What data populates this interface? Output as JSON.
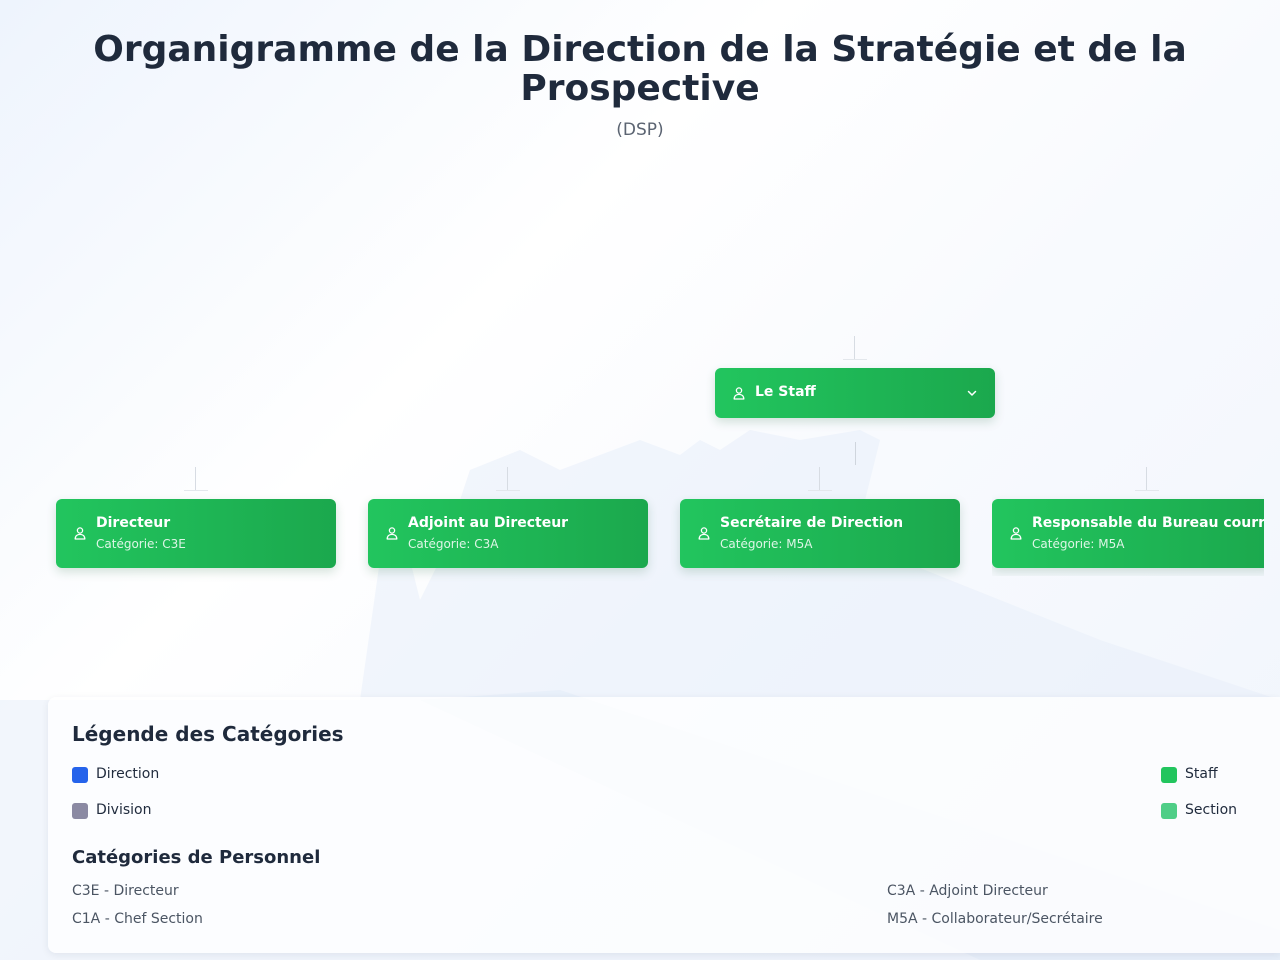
{
  "header": {
    "title": "Organigramme de la Direction de la Stratégie et de la Prospective",
    "subtitle": "(DSP)"
  },
  "org": {
    "parent": {
      "name": "Le Staff",
      "icon": "user-icon",
      "expand_icon": "chevron-down-icon",
      "color": "#22c55e"
    },
    "children": [
      {
        "name": "Directeur",
        "category": "Catégorie: C3E",
        "icon": "user-icon"
      },
      {
        "name": "Adjoint au Directeur",
        "category": "Catégorie: C3A",
        "icon": "user-icon"
      },
      {
        "name": "Secrétaire de Direction",
        "category": "Catégorie: M5A",
        "icon": "user-icon"
      },
      {
        "name": "Responsable du Bureau courrier",
        "category": "Catégorie: M5A",
        "icon": "user-icon"
      }
    ]
  },
  "legend": {
    "title": "Légende des Catégories",
    "items": [
      {
        "label": "Direction",
        "color": "#2563eb"
      },
      {
        "label": "Staff",
        "color": "#22c55e"
      },
      {
        "label": "Division",
        "color": "#8b8aa3"
      },
      {
        "label": "Section",
        "color": "#4fce87"
      }
    ],
    "personnel_title": "Catégories de Personnel",
    "personnel": [
      "C3E - Directeur",
      "C3A - Adjoint Directeur",
      "C1A - Chef Section",
      "M5A - Collaborateur/Secrétaire"
    ]
  }
}
